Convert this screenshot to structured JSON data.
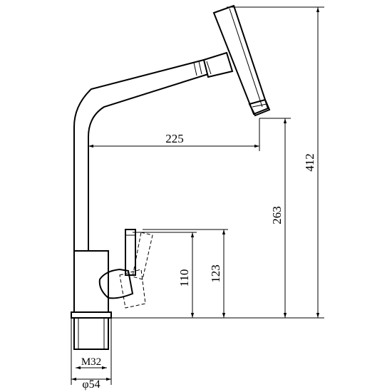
{
  "dimensions": {
    "spout_reach": "225",
    "spout_height": "263",
    "total_height": "412",
    "lever_height": "110",
    "lever_top_height": "123",
    "thread": "M32",
    "base_diameter": "φ54"
  }
}
